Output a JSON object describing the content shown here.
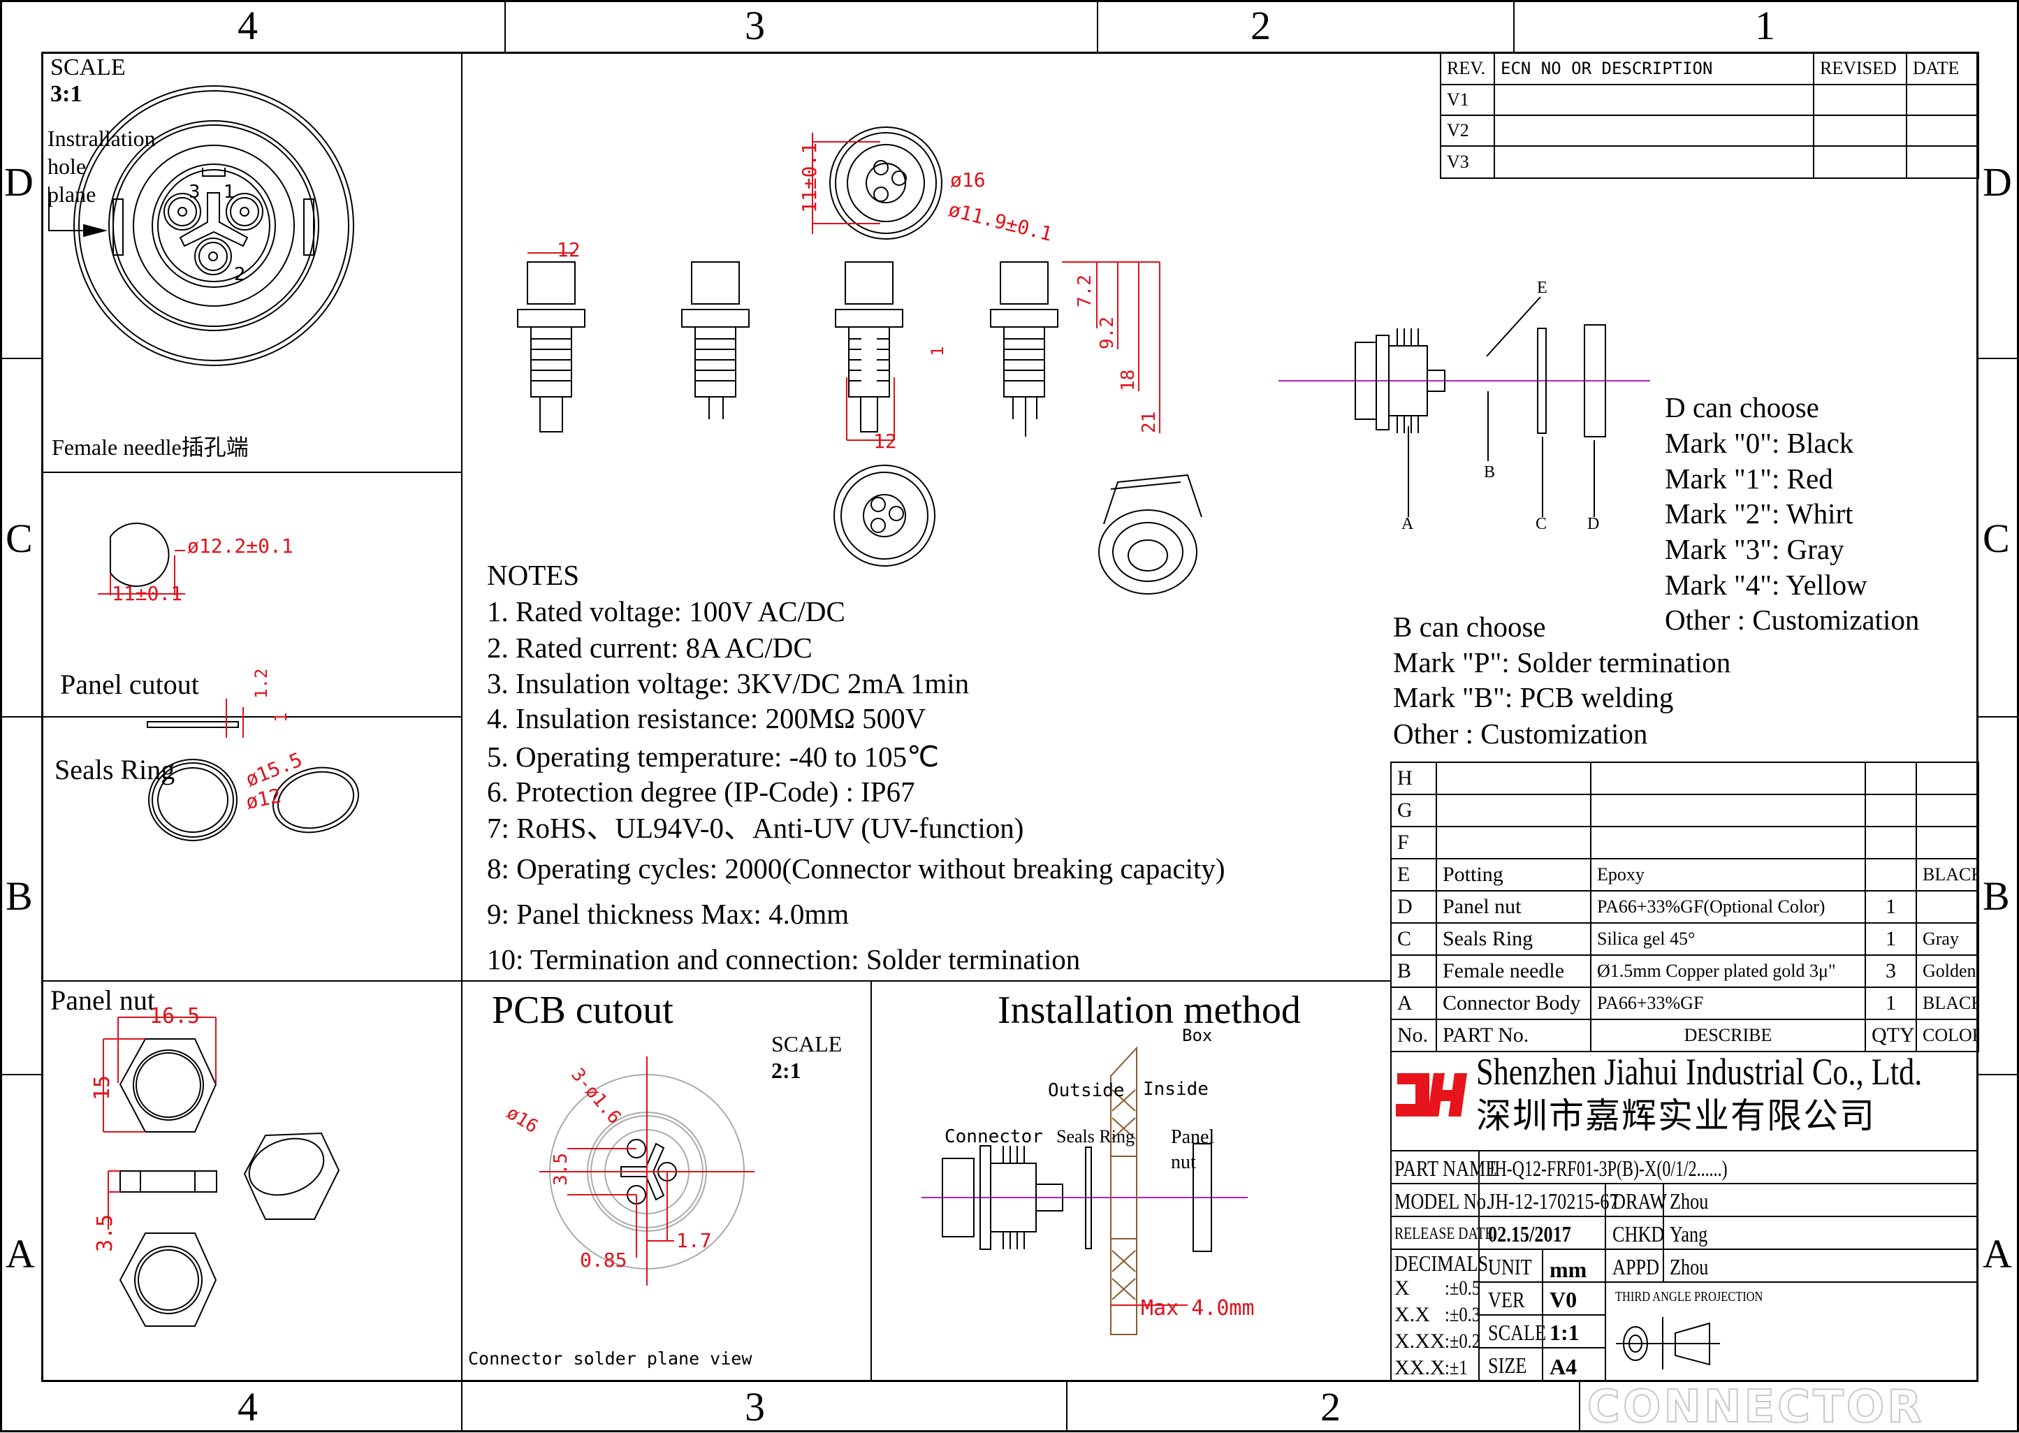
{
  "zones": {
    "top_columns": [
      "4",
      "3",
      "2",
      "1"
    ],
    "bottom_columns": [
      "4",
      "3",
      "2"
    ],
    "rows_left": [
      "D",
      "C",
      "B",
      "A"
    ],
    "rows_right": [
      "D",
      "C",
      "B",
      "A"
    ]
  },
  "revision_table": {
    "headers": [
      "REV.",
      "ECN NO OR DESCRIPTION",
      "REVISED",
      "DATE"
    ],
    "rows": [
      [
        "V1",
        "",
        "",
        ""
      ],
      [
        "V2",
        "",
        "",
        ""
      ],
      [
        "V3",
        "",
        "",
        ""
      ]
    ]
  },
  "female_view": {
    "scale_label": "SCALE",
    "scale_value": "3:1",
    "callout": [
      "Instrallation",
      "hole",
      "plane"
    ],
    "pin_numbers": [
      "3",
      "1",
      "2"
    ],
    "caption": "Female needle插孔端"
  },
  "panel_cutout": {
    "title": "Panel cutout",
    "dims": {
      "diameter": "ø12.2±0.1",
      "width": "11±0.1"
    }
  },
  "seals_ring": {
    "title": "Seals Ring",
    "dims": {
      "thick_outer": "1.2",
      "thick_inner": "1",
      "outer_d": "ø15.5",
      "inner_d": "ø12"
    }
  },
  "panel_nut": {
    "title": "Panel nut",
    "dims": {
      "width": "16.5",
      "height": "15",
      "thickness": "3.5"
    }
  },
  "main_views": {
    "dims": {
      "flat": "11±0.1",
      "outer_d": "ø16",
      "inner_d": "ø11.9±0.1",
      "top_width": "12",
      "bottom_width": "12",
      "d72": "7.2",
      "d92": "9.2",
      "d18": "18",
      "d21": "21",
      "d1": "1"
    }
  },
  "notes": {
    "title": "NOTES",
    "items": [
      "1. Rated voltage: 100V AC/DC",
      "2. Rated current: 8A AC/DC",
      "3. Insulation voltage: 3KV/DC 2mA 1min",
      "4. Insulation resistance: 200MΩ 500V",
      "5. Operating temperature: -40 to 105℃",
      "6. Protection degree (IP-Code) : IP67",
      "7: RoHS、UL94V-0、Anti-UV (UV-function)",
      "8: Operating cycles: 2000(Connector without breaking capacity)",
      "9: Panel thickness Max: 4.0mm",
      "10: Termination and connection: Solder termination"
    ]
  },
  "exploded_view": {
    "labels": {
      "a": "A",
      "b": "B",
      "c": "C",
      "d": "D",
      "e": "E"
    }
  },
  "d_choose": {
    "title": "D can choose",
    "items": [
      "Mark \"0\": Black",
      "Mark \"1\": Red",
      "Mark \"2\": Whirt",
      "Mark \"3\": Gray",
      "Mark \"4\": Yellow",
      "Other : Customization"
    ]
  },
  "b_choose": {
    "title": "B can choose",
    "items": [
      "Mark \"P\":  Solder termination",
      "Mark \"B\":  PCB welding",
      "Other : Customization"
    ]
  },
  "pcb_cutout": {
    "title": "PCB cutout",
    "scale_label": "SCALE",
    "scale_value": "2:1",
    "caption": "Connector solder plane view",
    "dims": {
      "outer_d": "ø16",
      "holes": "3-ø1.6",
      "pitch": "3.5",
      "offset_a": "1.7",
      "offset_b": "0.85"
    }
  },
  "installation": {
    "title": "Installation method",
    "labels": {
      "box": "Box",
      "outside": "Outside",
      "inside": "Inside",
      "connector": "Connector",
      "seals_ring": "Seals Ring",
      "panel": "Panel",
      "nut": "nut",
      "max": "Max  4.0mm"
    }
  },
  "bom": {
    "rows": [
      [
        "H",
        "",
        "",
        "",
        ""
      ],
      [
        "G",
        "",
        "",
        "",
        ""
      ],
      [
        "F",
        "",
        "",
        "",
        ""
      ],
      [
        "E",
        "Potting",
        "Epoxy",
        "",
        "BLACK"
      ],
      [
        "D",
        "Panel nut",
        "PA66+33%GF(Optional Color)",
        "1",
        ""
      ],
      [
        "C",
        "Seals Ring",
        "Silica gel 45°",
        "1",
        "Gray"
      ],
      [
        "B",
        "Female needle",
        "Ø1.5mm Copper plated gold 3μ\"",
        "3",
        "Golden"
      ],
      [
        "A",
        "Connector Body",
        "PA66+33%GF",
        "1",
        "BLACK"
      ]
    ],
    "headers": [
      "No.",
      "PART No.",
      "DESCRIBE",
      "QTY",
      "COLOR"
    ]
  },
  "company": {
    "logo_text": "JH",
    "name_en": "Shenzhen Jiahui Industrial Co., Ltd.",
    "name_cn": "深圳市嘉辉实业有限公司",
    "brand_color": "#e8141c"
  },
  "title_block": {
    "part_name_label": "PART NAME",
    "part_name": "JH-Q12-FRF01-3P(B)-X(0/1/2......)",
    "model_label": "MODEL No.",
    "model": "JH-12-170215-67",
    "release_label": "RELEASE DATE",
    "release": "02.15/2017",
    "draw_label": "DRAW",
    "draw": "Zhou",
    "chkd_label": "CHKD",
    "chkd": "Yang",
    "appd_label": "APPD",
    "appd": "Zhou",
    "decimals_label": "DECIMALS:",
    "decimals": [
      [
        "X",
        ":±0.5"
      ],
      [
        "X.X",
        ":±0.3"
      ],
      [
        "X.XX",
        ":±0.2"
      ],
      [
        "XX.X",
        ":±1"
      ]
    ],
    "unit_label": "UNIT",
    "unit": "mm",
    "ver_label": "VER",
    "ver": "V0",
    "scale_label": "SCALE",
    "scale": "1:1",
    "size_label": "SIZE",
    "size": "A4",
    "projection": "THIRD ANGLE PROJECTION"
  },
  "watermark_logo": "CONNECTOR"
}
